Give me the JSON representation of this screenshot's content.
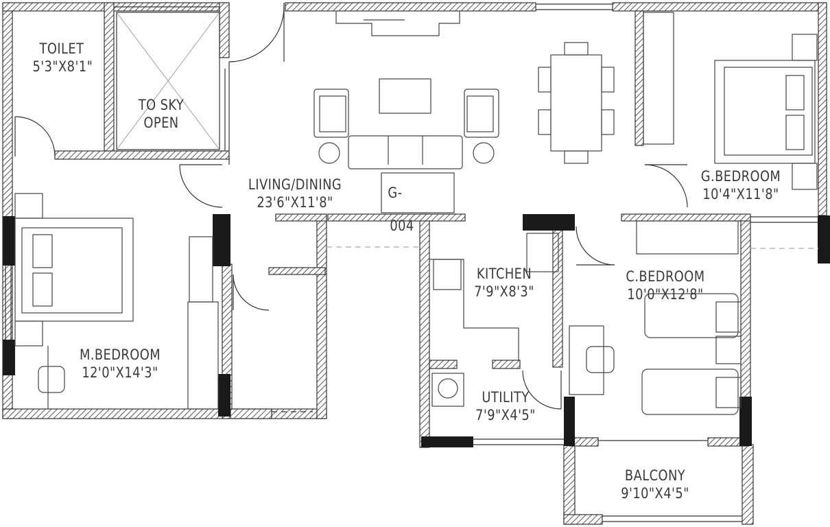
{
  "plan": {
    "unit_code_line1": "G-",
    "unit_code_line2": "004",
    "colors": {
      "wall_line": "#333333",
      "hatch": "#555555",
      "column": "#1a1a1a",
      "text": "#3a3a3a",
      "furniture": "#444444"
    }
  },
  "rooms": [
    {
      "id": "toilet",
      "name": "TOILET",
      "size": "5'3\"X8'1\""
    },
    {
      "id": "open-to-sky",
      "name": "TO SKY",
      "size": "OPEN"
    },
    {
      "id": "living-dining",
      "name": "LIVING/DINING",
      "size": "23'6\"X11'8\""
    },
    {
      "id": "g-bedroom",
      "name": "G.BEDROOM",
      "size": "10'4\"X11'8\""
    },
    {
      "id": "m-bedroom",
      "name": "M.BEDROOM",
      "size": "12'0\"X14'3\""
    },
    {
      "id": "kitchen",
      "name": "KITCHEN",
      "size": "7'9\"X8'3\""
    },
    {
      "id": "c-bedroom",
      "name": "C.BEDROOM",
      "size": "10'0\"X12'8\""
    },
    {
      "id": "utility",
      "name": "UTILITY",
      "size": "7'9\"X4'5\""
    },
    {
      "id": "balcony",
      "name": "BALCONY",
      "size": "9'10\"X4'5\""
    }
  ]
}
